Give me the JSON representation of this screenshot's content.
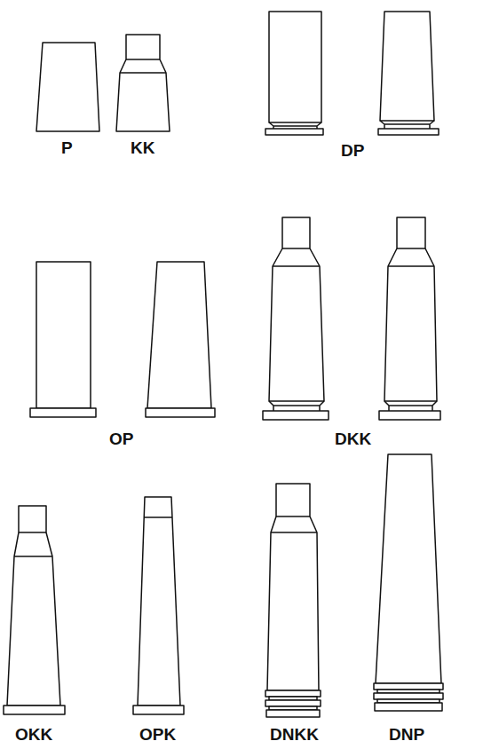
{
  "diagram": {
    "labels": [
      "P",
      "KK",
      "DP",
      "OP",
      "DKK",
      "OKK",
      "OPK",
      "DNKK",
      "DNP"
    ]
  }
}
